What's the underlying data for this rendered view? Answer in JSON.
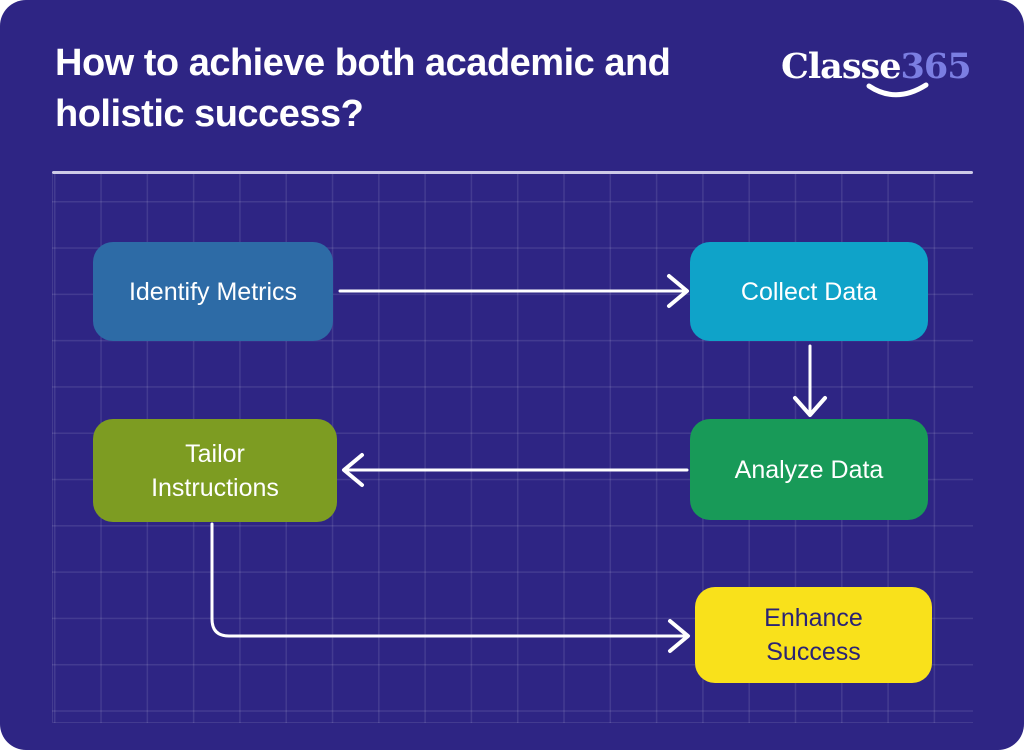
{
  "header": {
    "title": "How to achieve both academic and holistic success?",
    "logo": {
      "brand": "Classe",
      "suffix": "365",
      "suffix_color": "#7b7ee2",
      "smile_icon": "smile-arc"
    }
  },
  "canvas": {
    "background_color": "#2e2584",
    "grid_line_color": "rgba(255,255,255,0.10)",
    "separator_color": "#e9e8f8"
  },
  "diagram": {
    "arrow_color": "#ffffff",
    "nodes": [
      {
        "id": "identify-metrics",
        "label": "Identify Metrics",
        "color": "#2d6ba6",
        "text_color": "#ffffff"
      },
      {
        "id": "collect-data",
        "label": "Collect Data",
        "color": "#0fa3c9",
        "text_color": "#ffffff"
      },
      {
        "id": "analyze-data",
        "label": "Analyze Data",
        "color": "#189a58",
        "text_color": "#ffffff"
      },
      {
        "id": "tailor-instructions",
        "label": "Tailor Instructions",
        "color": "#7d9c22",
        "text_color": "#ffffff"
      },
      {
        "id": "enhance-success",
        "label": "Enhance Success",
        "color": "#f9e11b",
        "text_color": "#2a2375"
      }
    ],
    "edges": [
      {
        "from": "identify-metrics",
        "to": "collect-data"
      },
      {
        "from": "collect-data",
        "to": "analyze-data"
      },
      {
        "from": "analyze-data",
        "to": "tailor-instructions"
      },
      {
        "from": "tailor-instructions",
        "to": "enhance-success"
      }
    ]
  }
}
